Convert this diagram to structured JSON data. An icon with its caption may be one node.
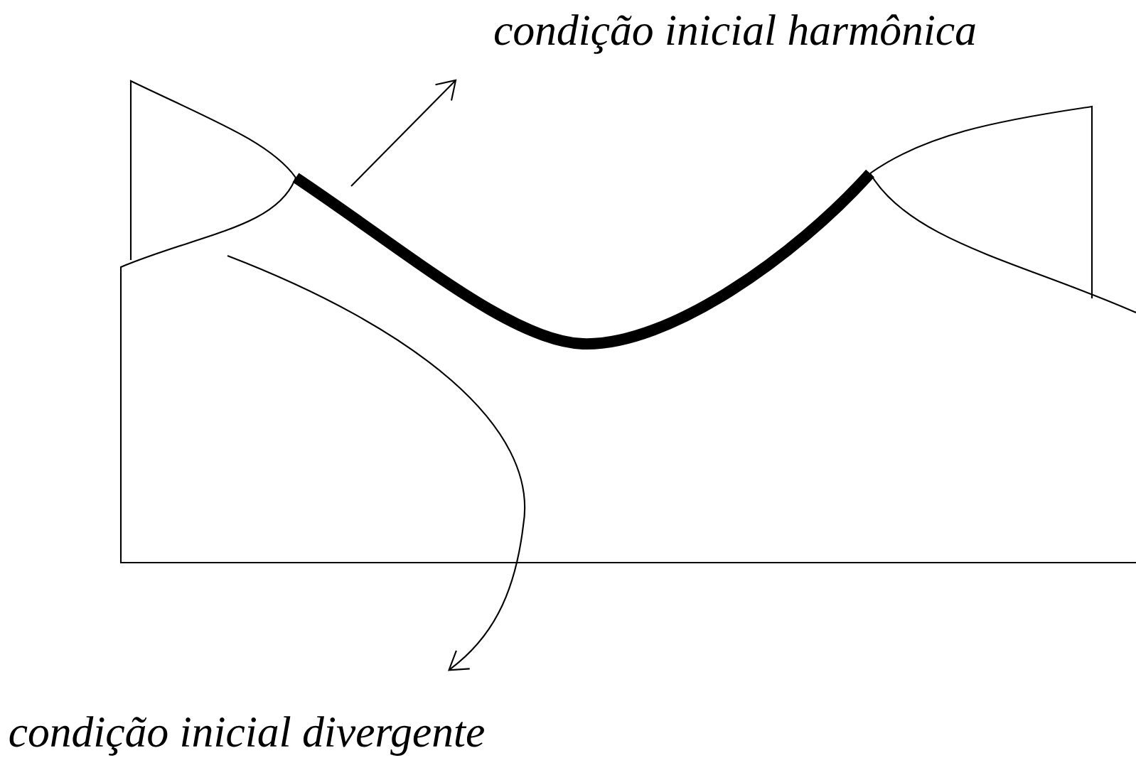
{
  "diagram": {
    "nodes": [
      {
        "text": [
          "condição inicial harmônica"
        ]
      },
      {
        "text": [
          "condição inicial divergente"
        ]
      }
    ],
    "edges": [
      {
        "from": null,
        "to": 0,
        "arrow": "to"
      },
      {
        "from": null,
        "to": 1,
        "arrow": "to"
      }
    ]
  }
}
